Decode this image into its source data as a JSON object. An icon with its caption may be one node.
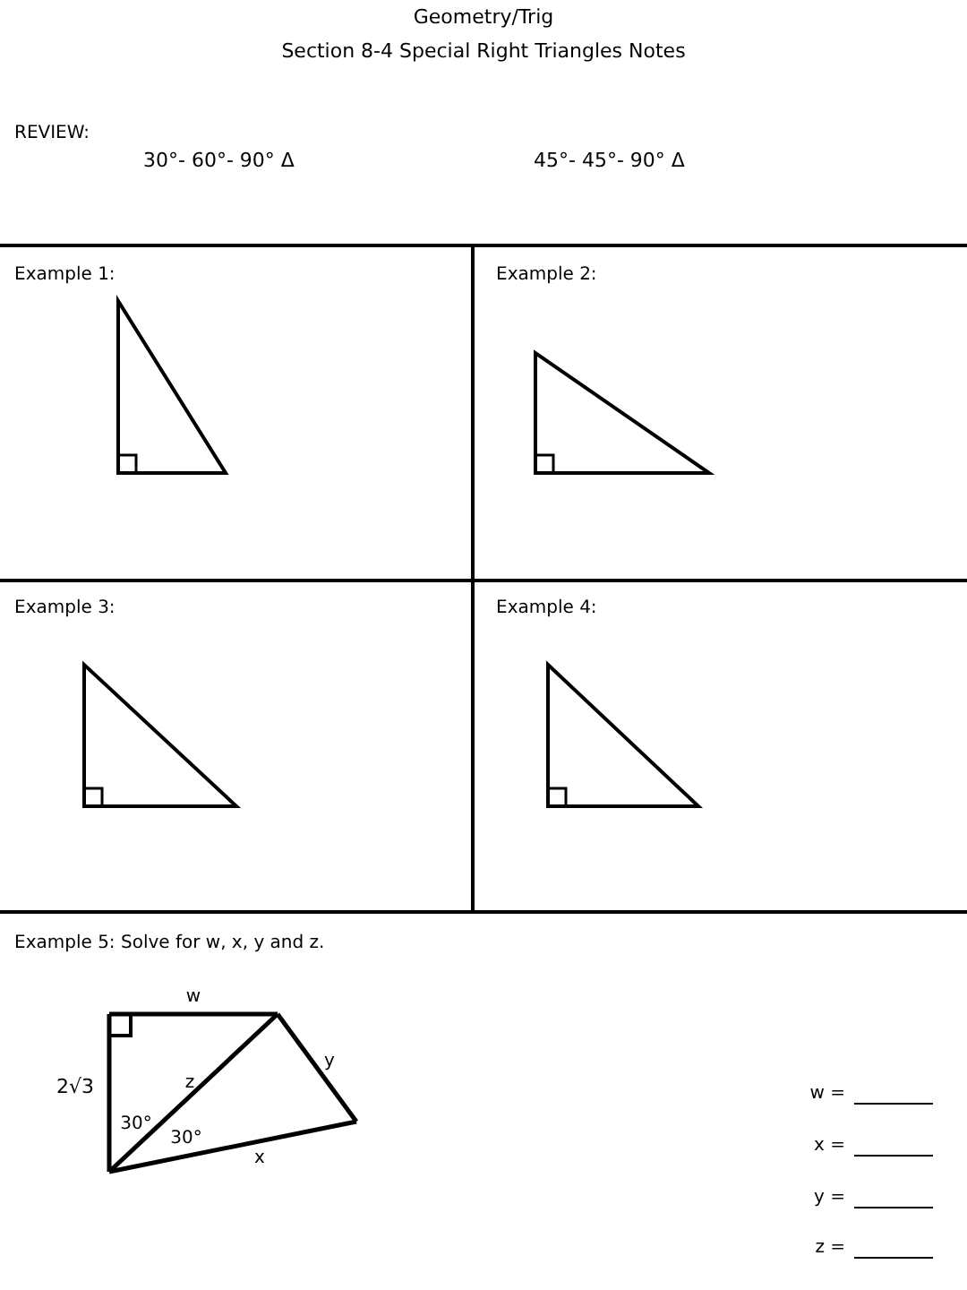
{
  "diagram": {
    "title": "Geometry/Trig",
    "labels": [
      "Section 8-4 Special Right Triangles Notes",
      "REVIEW:",
      "30°- 60°- 90° Δ",
      "45°- 45°- 90° Δ",
      "Example 1:",
      "Example 2:",
      "Example 3:",
      "Example 4:",
      "Example 5:  Solve for w, x, y and z.",
      "w",
      "2√3",
      "z",
      "y",
      "30°",
      "30°",
      "x",
      "w =",
      "x =",
      "y =",
      "z ="
    ]
  }
}
